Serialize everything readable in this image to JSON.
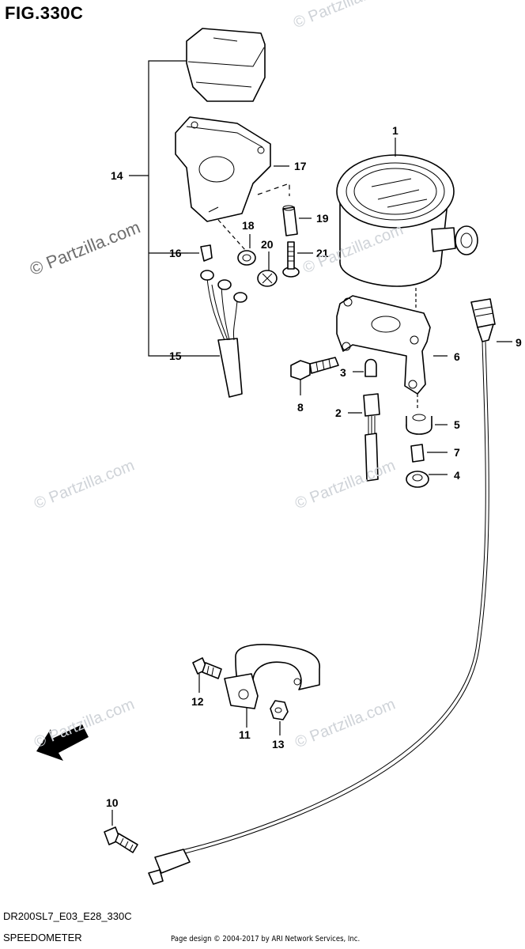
{
  "figure": {
    "title": "FIG.330C",
    "model_code": "DR200SL7_E03_E28_330C",
    "section_name": "SPEEDOMETER",
    "copyright": "Page design © 2004-2017 by ARI Network Services, Inc."
  },
  "watermarks": {
    "main": "© Partzilla.com",
    "faint": "© Partzilla.com"
  },
  "fwd_label": "FWD",
  "callouts": [
    "1",
    "2",
    "3",
    "4",
    "5",
    "6",
    "7",
    "8",
    "9",
    "10",
    "11",
    "12",
    "13",
    "14",
    "15",
    "16",
    "17",
    "18",
    "19",
    "20",
    "21"
  ],
  "colors": {
    "ink": "#000000",
    "watermark": "#cfd3d8",
    "background": "#ffffff"
  }
}
